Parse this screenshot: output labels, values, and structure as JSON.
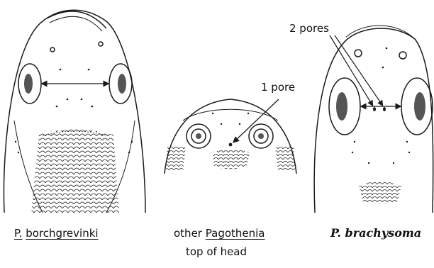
{
  "figure": {
    "panels": [
      {
        "id": "left",
        "genus_abbrev": "P.",
        "species": "borchgrevinki"
      },
      {
        "id": "middle",
        "prefix": "other",
        "genus": "Pagothenia",
        "annotation": "1 pore"
      },
      {
        "id": "right",
        "name": "P. brachysoma",
        "annotation": "2 pores"
      }
    ],
    "caption": "top of head",
    "ink_color": "#1a1a1a",
    "eye_fill": "#555555"
  }
}
